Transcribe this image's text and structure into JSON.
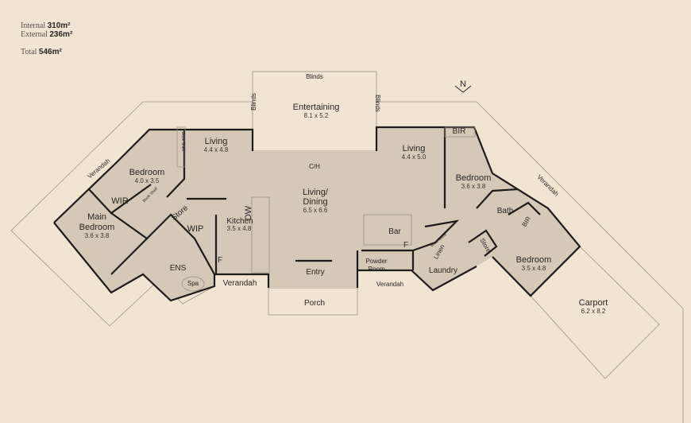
{
  "areas": {
    "internal_label": "Internal",
    "internal_value": "310m²",
    "external_label": "External",
    "external_value": "236m²",
    "total_label": "Total",
    "total_value": "546m²"
  },
  "compass": "N",
  "rooms": {
    "entertaining": {
      "name": "Entertaining",
      "dim": "8.1 x 5.2"
    },
    "blinds_top": "Blinds",
    "blinds_left": "Blinds",
    "blinds_right": "Blinds",
    "living_left": {
      "name": "Living",
      "dim": "4.4 x 4.8"
    },
    "living_right": {
      "name": "Living",
      "dim": "4.4 x 5.0"
    },
    "living_dining": {
      "name": "Living/",
      "name2": "Dining",
      "dim": "6.5 x 6.6"
    },
    "bedroom_left": {
      "name": "Bedroom",
      "dim": "4.0 x 3.5"
    },
    "main_bedroom": {
      "name": "Main",
      "name2": "Bedroom",
      "dim": "3.6 x 3.8"
    },
    "bedroom_right_top": {
      "name": "Bedroom",
      "dim": "3.6 x 3.8"
    },
    "bedroom_right": {
      "name": "Bedroom",
      "dim": "3.5 x 4.8"
    },
    "kitchen": {
      "name": "Kitchen",
      "dim": "3.5 x 4.8"
    },
    "carport": {
      "name": "Carport",
      "dim": "6.2 x 8.2"
    },
    "wir": "WIR",
    "wip": "WIP",
    "store_left": "Store",
    "ens": "ENS",
    "spa": "Spa",
    "dw": "DW",
    "f_left": "F",
    "f_right": "F",
    "ch": "C/H",
    "entry": "Entry",
    "porch": "Porch",
    "bar": "Bar",
    "powder": "Powder",
    "powder2": "Room",
    "laundry": "Laundry",
    "wine_store": "Wine Store",
    "linen": "Linen",
    "store_right": "Store",
    "bath": "Bath",
    "bir_top": "BIR",
    "bir_right": "BIR",
    "book_shelf_1": "Book Shelf",
    "book_shelf_2": "Book Shelf",
    "verandah_left": "Verandah",
    "verandah_right": "Verandah",
    "verandah_bottom_left": "Verandah",
    "verandah_bottom_right": "Verandah"
  }
}
